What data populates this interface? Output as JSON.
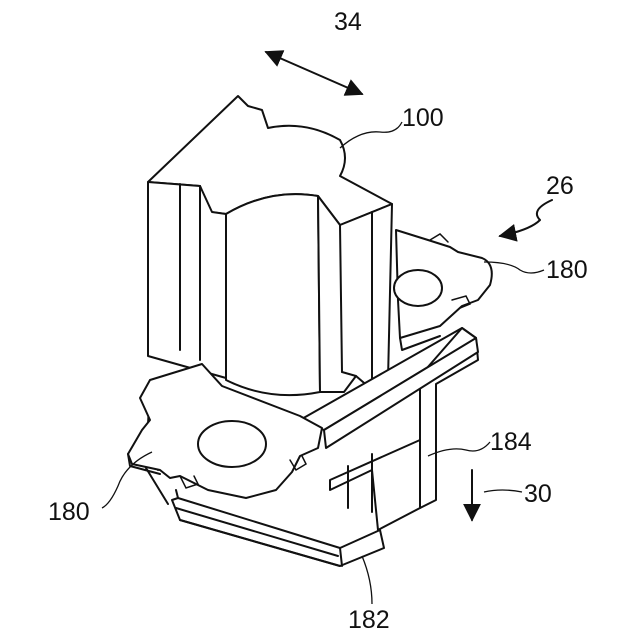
{
  "reference_numerals": {
    "direction_arrow": "34",
    "bore_component": "100",
    "assembly": "26",
    "tab_right": "180",
    "tab_left": "180",
    "bracket": "184",
    "down_arrow": "30",
    "channel": "182"
  }
}
